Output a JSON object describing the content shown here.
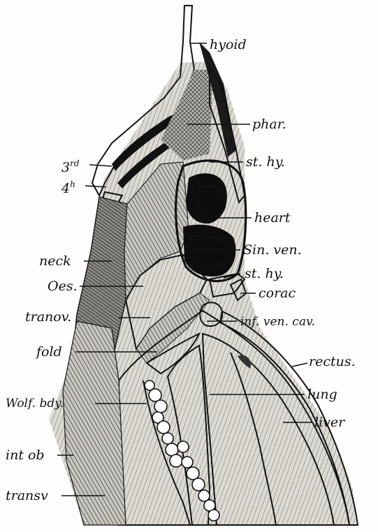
{
  "labels": {
    "hyoid": "hyoid",
    "phar": "phar.",
    "st_hy_top": "st. hy.",
    "third": "3",
    "third_sup": "rd",
    "fourth": "4",
    "fourth_sup": "h",
    "heart": "heart",
    "sin_ven": "Sin. ven.",
    "st_hy_bottom": "st. hy.",
    "neck": "neck",
    "corac": "corac",
    "oes": "Oes.",
    "tranov": "tranov.",
    "inf_ven_cav": "inf. ven. cav.",
    "fold": "fold",
    "rectus": "rectus.",
    "lung": "lung",
    "wolf_bdy": "Wolf. bdy.",
    "liver": "liver",
    "int_ob": "int ob",
    "transv": "transv"
  }
}
